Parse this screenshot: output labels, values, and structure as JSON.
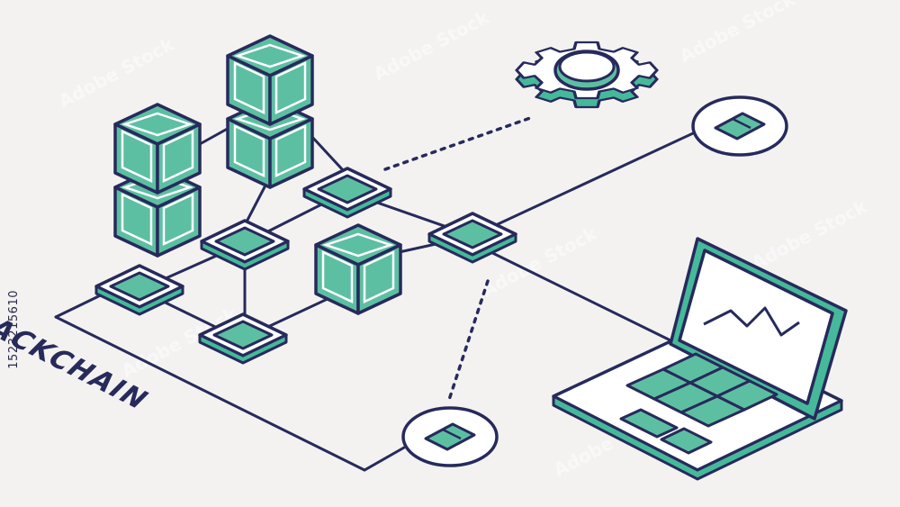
{
  "illustration": {
    "label": "BLACKCHAIN",
    "stock_id": "1523215610",
    "watermark": "Adobe Stock"
  },
  "colors": {
    "background": "#f3f2f1",
    "outline": "#272a5b",
    "fill_teal": "#5dbfa2",
    "face_white": "#ffffff",
    "accent_teal": "#45b99a"
  },
  "icons": [
    "cube-icon",
    "chip-icon",
    "gear-icon",
    "laptop-icon",
    "node-circle-icon",
    "chart-line-icon"
  ]
}
